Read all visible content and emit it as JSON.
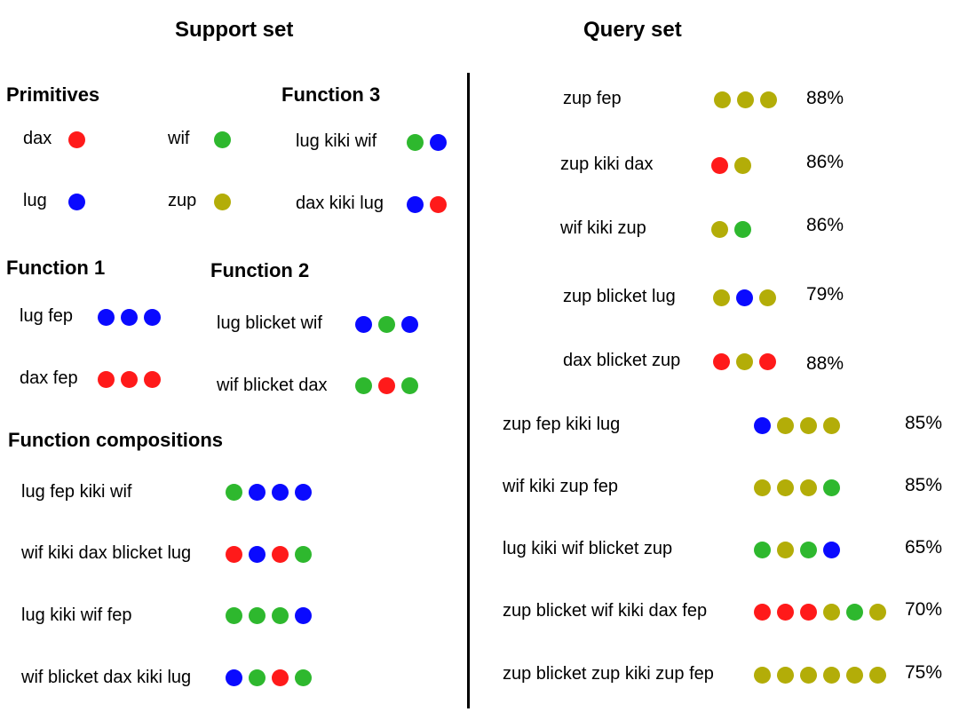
{
  "colors": {
    "red": "#ff1a1a",
    "blue": "#0a0aff",
    "green": "#2eb82e",
    "olive": "#b3ad08"
  },
  "support_title": "Support set",
  "query_title": "Query set",
  "primitives": {
    "heading": "Primitives",
    "items": [
      {
        "label": "dax",
        "dots": [
          "red"
        ]
      },
      {
        "label": "wif",
        "dots": [
          "green"
        ]
      },
      {
        "label": "lug",
        "dots": [
          "blue"
        ]
      },
      {
        "label": "zup",
        "dots": [
          "olive"
        ]
      }
    ]
  },
  "function3": {
    "heading": "Function 3",
    "items": [
      {
        "label": "lug kiki wif",
        "dots": [
          "green",
          "blue"
        ]
      },
      {
        "label": "dax kiki lug",
        "dots": [
          "blue",
          "red"
        ]
      }
    ]
  },
  "function1": {
    "heading": "Function 1",
    "items": [
      {
        "label": "lug fep",
        "dots": [
          "blue",
          "blue",
          "blue"
        ]
      },
      {
        "label": "dax fep",
        "dots": [
          "red",
          "red",
          "red"
        ]
      }
    ]
  },
  "function2": {
    "heading": "Function 2",
    "items": [
      {
        "label": "lug blicket wif",
        "dots": [
          "blue",
          "green",
          "blue"
        ]
      },
      {
        "label": "wif blicket dax",
        "dots": [
          "green",
          "red",
          "green"
        ]
      }
    ]
  },
  "compositions": {
    "heading": "Function compositions",
    "items": [
      {
        "label": "lug fep kiki wif",
        "dots": [
          "green",
          "blue",
          "blue",
          "blue"
        ]
      },
      {
        "label": "wif kiki dax blicket lug",
        "dots": [
          "red",
          "blue",
          "red",
          "green"
        ]
      },
      {
        "label": "lug kiki wif fep",
        "dots": [
          "green",
          "green",
          "green",
          "blue"
        ]
      },
      {
        "label": "wif blicket dax kiki lug",
        "dots": [
          "blue",
          "green",
          "red",
          "green"
        ]
      }
    ]
  },
  "queries": [
    {
      "label": "zup fep",
      "dots": [
        "olive",
        "olive",
        "olive"
      ],
      "pct": "88%"
    },
    {
      "label": "zup kiki dax",
      "dots": [
        "red",
        "olive"
      ],
      "pct": "86%"
    },
    {
      "label": "wif kiki zup",
      "dots": [
        "olive",
        "green"
      ],
      "pct": "86%"
    },
    {
      "label": "zup blicket lug",
      "dots": [
        "olive",
        "blue",
        "olive"
      ],
      "pct": "79%"
    },
    {
      "label": "dax blicket zup",
      "dots": [
        "red",
        "olive",
        "red"
      ],
      "pct": "88%"
    },
    {
      "label": "zup fep kiki lug",
      "dots": [
        "blue",
        "olive",
        "olive",
        "olive"
      ],
      "pct": "85%"
    },
    {
      "label": "wif kiki zup fep",
      "dots": [
        "olive",
        "olive",
        "olive",
        "green"
      ],
      "pct": "85%"
    },
    {
      "label": "lug kiki wif blicket zup",
      "dots": [
        "green",
        "olive",
        "green",
        "blue"
      ],
      "pct": "65%"
    },
    {
      "label": "zup blicket wif kiki dax fep",
      "dots": [
        "red",
        "red",
        "red",
        "olive",
        "green",
        "olive"
      ],
      "pct": "70%"
    },
    {
      "label": "zup blicket zup kiki zup fep",
      "dots": [
        "olive",
        "olive",
        "olive",
        "olive",
        "olive",
        "olive"
      ],
      "pct": "75%"
    }
  ]
}
